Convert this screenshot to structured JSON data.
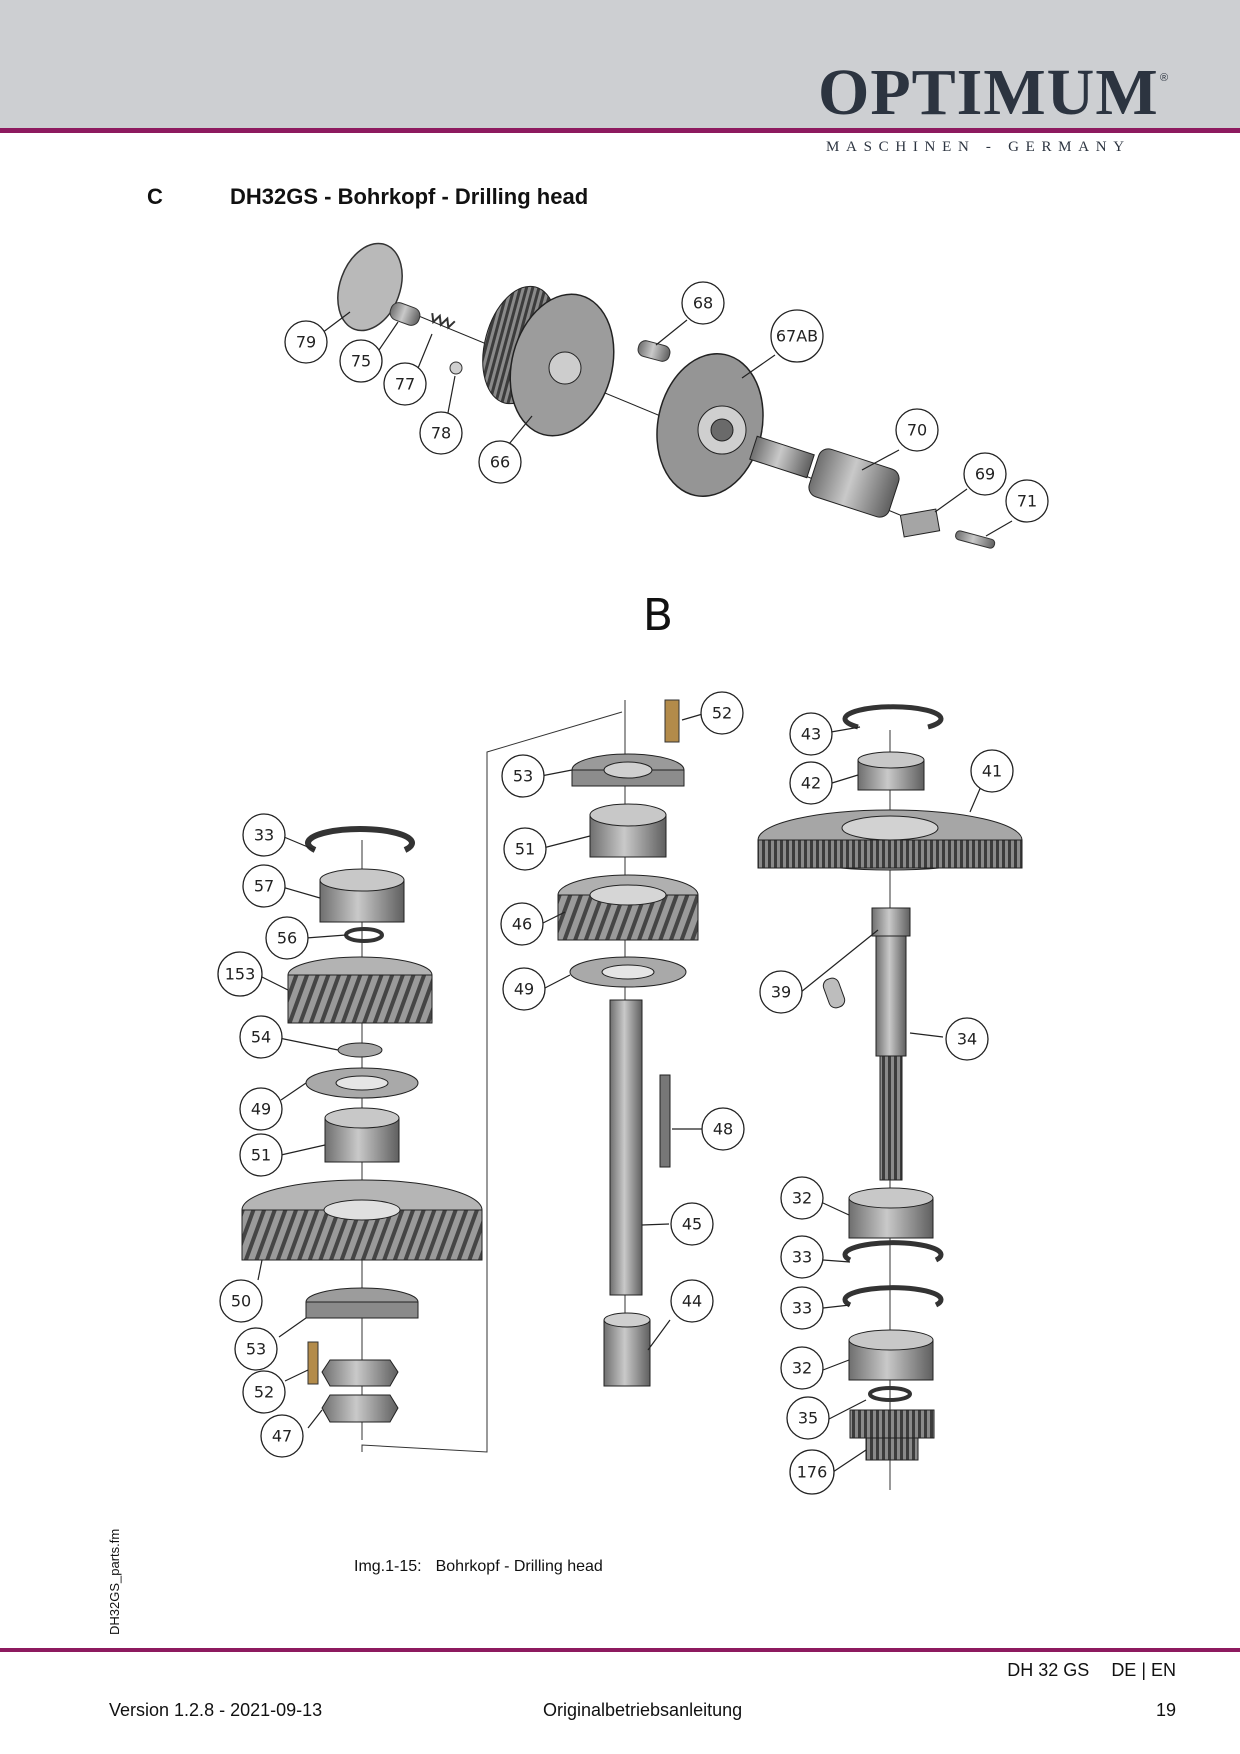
{
  "header": {
    "brand": "OPTIMUM",
    "brand_reg": "®",
    "brand_sub": "MASCHINEN - GERMANY"
  },
  "section": {
    "letter": "C",
    "title": "DH32GS - Bohrkopf - Drilling head"
  },
  "diagram": {
    "group_label": "B",
    "callouts": [
      "79",
      "75",
      "77",
      "78",
      "66",
      "68",
      "67AB",
      "70",
      "69",
      "71",
      "52",
      "53",
      "51",
      "46",
      "49",
      "48",
      "45",
      "44",
      "43",
      "42",
      "41",
      "39",
      "34",
      "32",
      "33",
      "33",
      "32",
      "35",
      "176",
      "33",
      "57",
      "56",
      "153",
      "54",
      "49",
      "51",
      "50",
      "53",
      "52",
      "47"
    ]
  },
  "side_label": "DH32GS_parts.fm",
  "caption": {
    "num": "Img.1-15:",
    "text": "Bohrkopf - Drilling head"
  },
  "footer": {
    "model": "DH 32 GS",
    "lang": "DE | EN",
    "version": "Version 1.2.8 - 2021-09-13",
    "doc": "Originalbetriebsanleitung",
    "page": "19"
  },
  "colors": {
    "accent": "#8d1a5f",
    "header_band": "#cdcfd2",
    "part_gray": "#8e8e8e"
  }
}
